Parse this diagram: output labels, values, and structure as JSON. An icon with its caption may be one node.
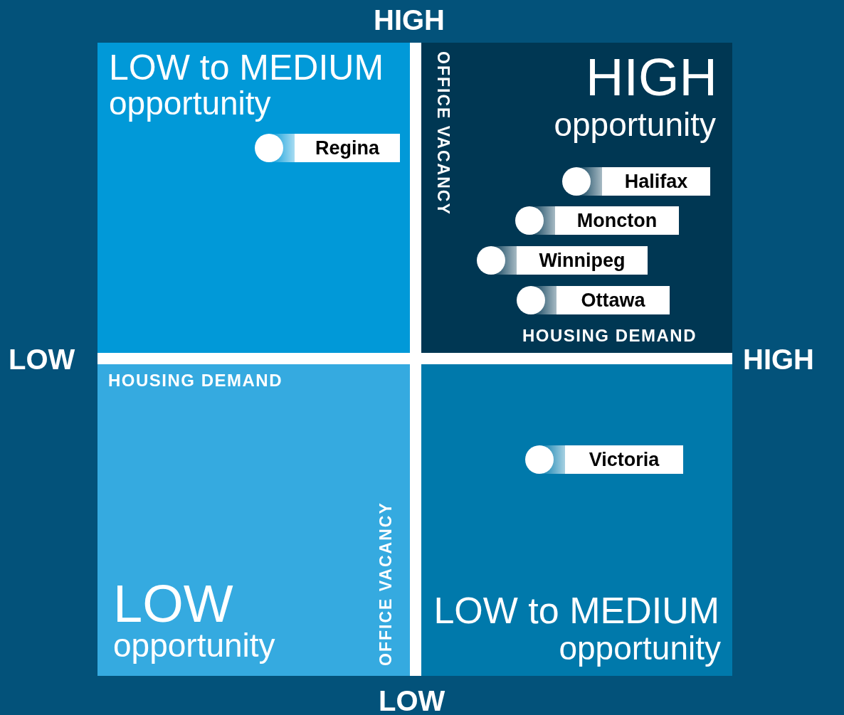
{
  "diagram": {
    "nodes": [
      {
        "text": [
          "LOW to MEDIUM",
          "opportunity"
        ]
      },
      {
        "text": [
          "HIGH",
          "opportunity"
        ]
      },
      {
        "text": [
          "LOW",
          "opportunity"
        ]
      },
      {
        "text": [
          "LOW to MEDIUM",
          "opportunity"
        ]
      },
      {
        "text": [
          "Regina"
        ],
        "in": 0
      },
      {
        "text": [
          "Halifax"
        ],
        "in": 1
      },
      {
        "text": [
          "Moncton"
        ],
        "in": 1
      },
      {
        "text": [
          "Winnipeg"
        ],
        "in": 1
      },
      {
        "text": [
          "Ottawa"
        ],
        "in": 1
      },
      {
        "text": [
          "Victoria"
        ],
        "in": 3
      }
    ],
    "labels": [
      "HIGH",
      "OFFICE VACANCY",
      "HOUSING DEMAND",
      "LOW",
      "HIGH",
      "HOUSING DEMAND",
      "OFFICE VACANCY",
      "LOW"
    ]
  }
}
